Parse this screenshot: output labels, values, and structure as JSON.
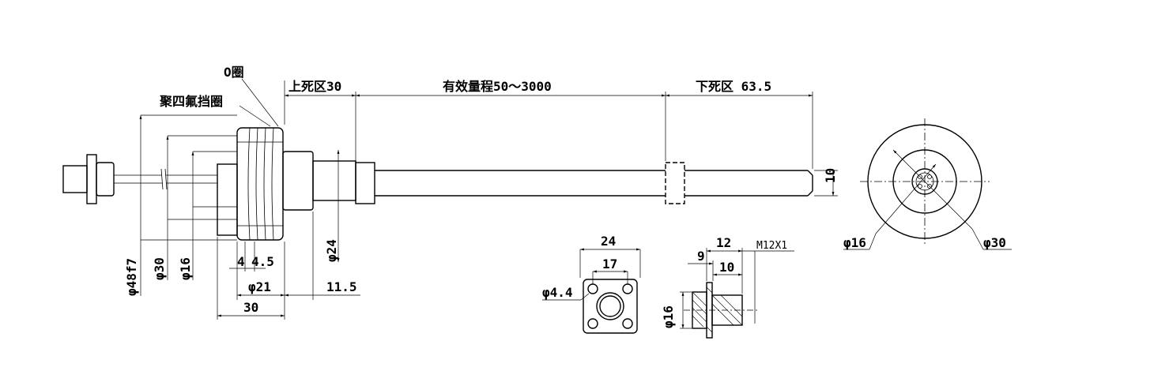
{
  "labels": {
    "o_ring": "O圈",
    "ptfe_ring": "聚四氟挡圈",
    "upper_dead_zone": "上死区30",
    "effective_range": "有效量程50～3000",
    "lower_dead_zone": "下死区 63.5",
    "rod_dia": "10",
    "dia_48f7": "φ48f7",
    "dia_30_main": "φ30",
    "dia_16_main": "φ16",
    "dim_4": "4",
    "dim_4_5": "4.5",
    "dia_21": "φ21",
    "dim_30_base": "30",
    "dia_24": "φ24",
    "dim_11_5": "11.5",
    "flange_24": "24",
    "flange_17": "17",
    "flange_hole": "φ4.4",
    "conn_12": "12",
    "conn_9": "9",
    "conn_10": "10",
    "conn_thread": "M12X1",
    "conn_dia_16": "φ16",
    "end_dia_16": "φ16",
    "end_dia_30": "φ30"
  }
}
